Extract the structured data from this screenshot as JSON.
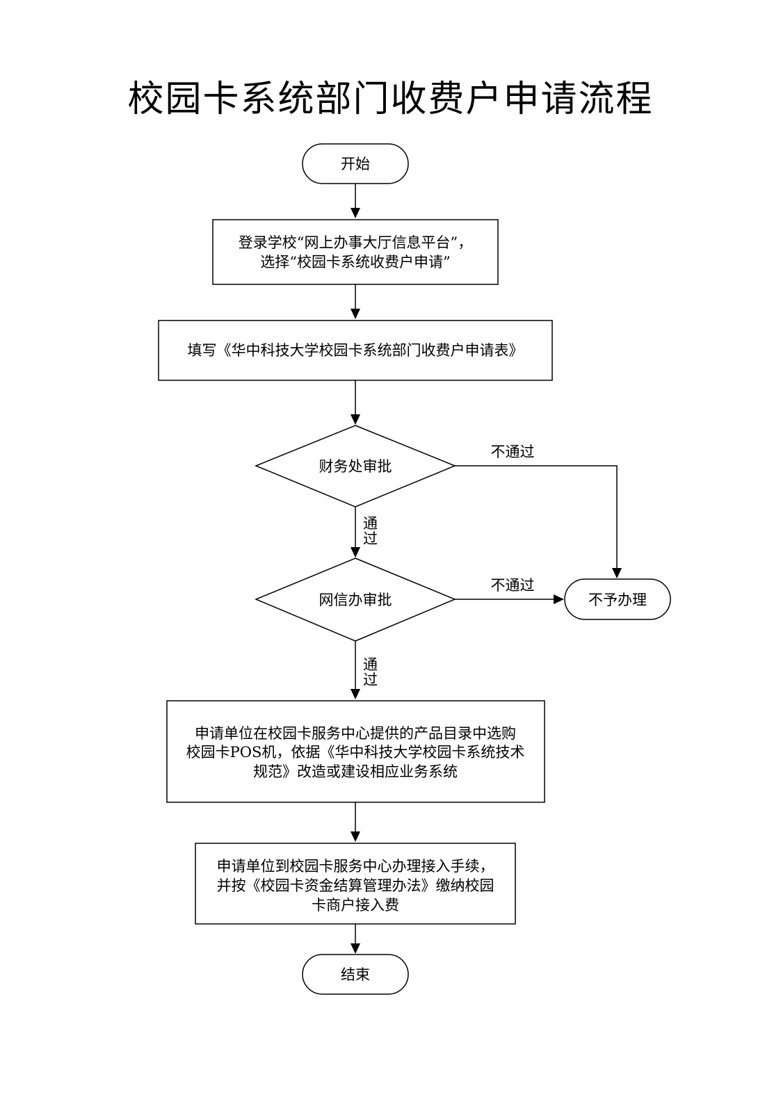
{
  "title": "校园卡系统部门收费户申请流程",
  "nodes": {
    "start": {
      "type": "terminal",
      "lines": [
        "开始"
      ]
    },
    "step1": {
      "type": "process",
      "lines": [
        "登录学校“网上办事大厅信息平台”，",
        "选择“校园卡系统收费户申请”"
      ]
    },
    "step2": {
      "type": "process",
      "lines": [
        "填写《华中科技大学校园卡系统部门收费户申请表》"
      ]
    },
    "decision1": {
      "type": "decision",
      "lines": [
        "财务处审批"
      ]
    },
    "decision2": {
      "type": "decision",
      "lines": [
        "网信办审批"
      ]
    },
    "reject": {
      "type": "terminal",
      "lines": [
        "不予办理"
      ]
    },
    "step3": {
      "type": "process",
      "lines": [
        "申请单位在校园卡服务中心提供的产品目录中选购",
        "校园卡POS机，依据《华中科技大学校园卡系统技术",
        "规范》改造或建设相应业务系统"
      ]
    },
    "step4": {
      "type": "process",
      "lines": [
        "申请单位到校园卡服务中心办理接入手续，",
        "并按《校园卡资金结算管理办法》缴纳校园",
        "卡商户接入费"
      ]
    },
    "end": {
      "type": "terminal",
      "lines": [
        "结束"
      ]
    }
  },
  "edges": {
    "d1_reject": {
      "from": "decision1",
      "to": "reject",
      "label": "不通过"
    },
    "d1_pass": {
      "from": "decision1",
      "to": "decision2",
      "label": "通过"
    },
    "d2_reject": {
      "from": "decision2",
      "to": "reject",
      "label": "不通过"
    },
    "d2_pass": {
      "from": "decision2",
      "to": "step3",
      "label": "通过"
    },
    "start_step1": {
      "from": "start",
      "to": "step1",
      "label": ""
    },
    "step1_step2": {
      "from": "step1",
      "to": "step2",
      "label": ""
    },
    "step2_d1": {
      "from": "step2",
      "to": "decision1",
      "label": ""
    },
    "step3_step4": {
      "from": "step3",
      "to": "step4",
      "label": ""
    },
    "step4_end": {
      "from": "step4",
      "to": "end",
      "label": ""
    }
  }
}
